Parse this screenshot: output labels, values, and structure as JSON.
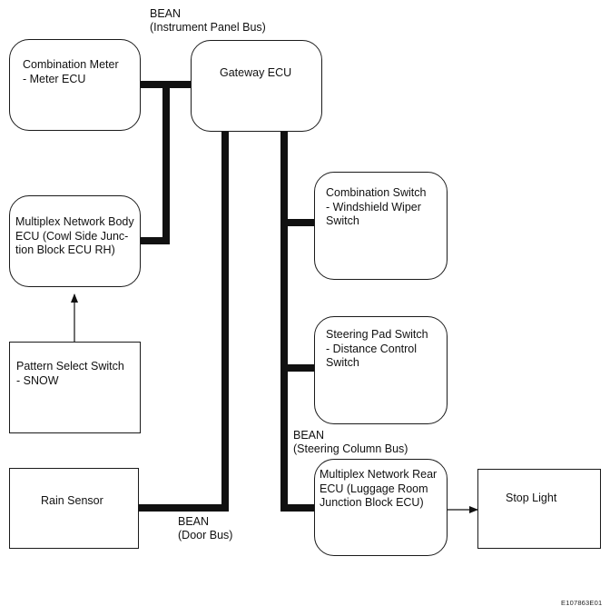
{
  "nodes": {
    "combination_meter": "Combination Meter\n- Meter ECU",
    "gateway_ecu": "Gateway ECU",
    "body_ecu": "Multiplex Network Body\nECU (Cowl Side Junc-\ntion Block ECU RH)",
    "pattern_select": "Pattern Select Switch\n- SNOW",
    "rain_sensor": "Rain Sensor",
    "combination_switch": "Combination Switch\n- Windshield Wiper\nSwitch",
    "steering_pad": "Steering Pad Switch\n- Distance Control\nSwitch",
    "rear_ecu": "Multiplex Network Rear\nECU (Luggage Room\nJunction Block ECU)",
    "stop_light": "Stop Light"
  },
  "bus_labels": {
    "instrument_panel": "BEAN\n(Instrument Panel Bus)",
    "steering_column": "BEAN\n(Steering Column Bus)",
    "door": "BEAN\n(Door Bus)"
  },
  "figure_code": "E107863E01"
}
